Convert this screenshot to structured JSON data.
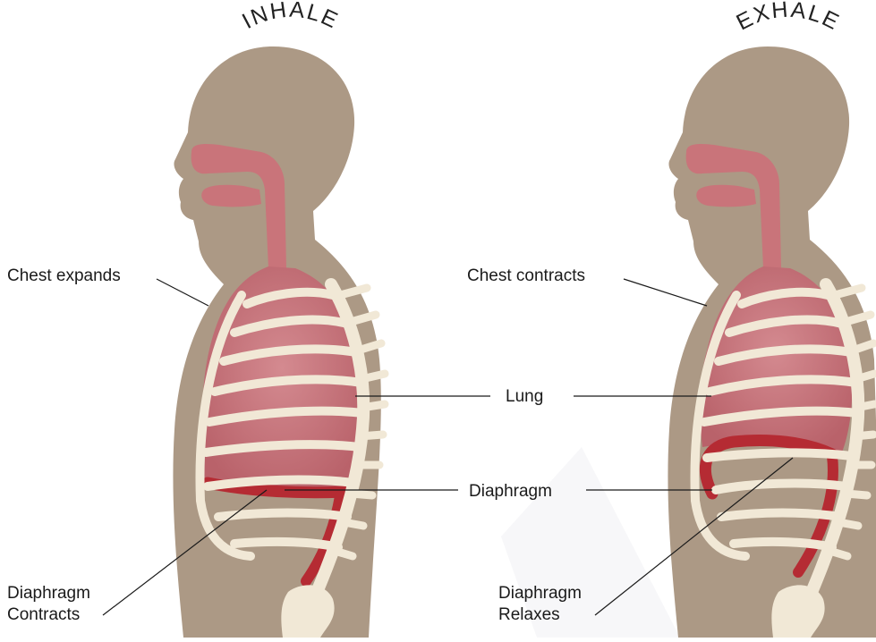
{
  "titles": {
    "inhale": "INHALE",
    "exhale": "EXHALE"
  },
  "labels": {
    "chest_expands": "Chest expands",
    "chest_contracts": "Chest contracts",
    "lung": "Lung",
    "diaphragm": "Diaphragm",
    "diaphragm_contracts_1": "Diaphragm",
    "diaphragm_contracts_2": "Contracts",
    "diaphragm_relaxes_1": "Diaphragm",
    "diaphragm_relaxes_2": "Relaxes"
  },
  "colors": {
    "body": "#ac9985",
    "airway": "#c9747a",
    "lung": "#c4767e",
    "diaphragm": "#b52b33",
    "bone": "#f1e8d6",
    "line": "#1a1a1a"
  }
}
